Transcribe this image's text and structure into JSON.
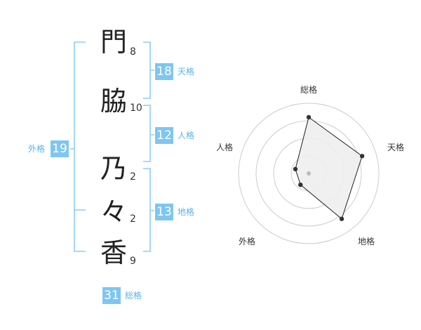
{
  "name": {
    "characters": [
      {
        "char": "門",
        "strokes": "8"
      },
      {
        "char": "脇",
        "strokes": "10"
      },
      {
        "char": "乃",
        "strokes": "2"
      },
      {
        "char": "々",
        "strokes": "2"
      },
      {
        "char": "香",
        "strokes": "9"
      }
    ]
  },
  "fortunes": {
    "tenkaku": {
      "label": "天格",
      "value": "18"
    },
    "jinkaku": {
      "label": "人格",
      "value": "12"
    },
    "chikaku": {
      "label": "地格",
      "value": "13"
    },
    "gaikaku": {
      "label": "外格",
      "value": "19"
    },
    "soukaku": {
      "label": "総格",
      "value": "31"
    }
  },
  "chart_data": {
    "type": "radar",
    "axes": [
      "総格",
      "天格",
      "地格",
      "外格",
      "人格"
    ],
    "values": [
      4,
      4,
      4,
      1,
      1
    ],
    "rmax": 5,
    "rings": 4,
    "colors": {
      "grid": "#cccccc",
      "fill": "#eeeeee",
      "line": "#222222",
      "point": "#333333",
      "center": "#bbbbbb"
    }
  },
  "colors": {
    "accent": "#7ec6f2",
    "label": "#5bb4ea",
    "bracket": "#8ecdf5"
  }
}
